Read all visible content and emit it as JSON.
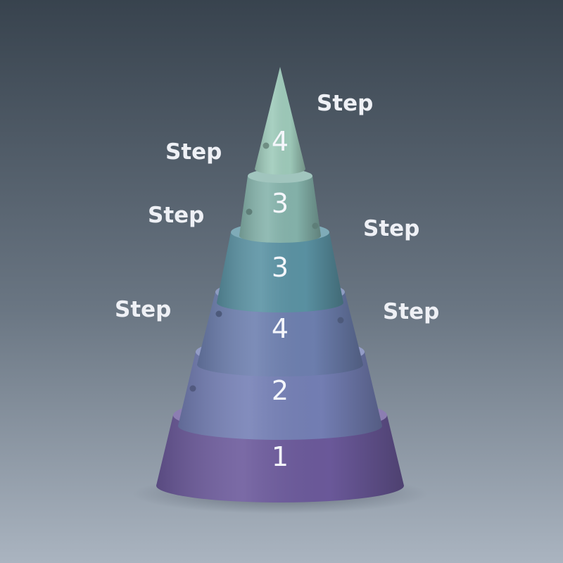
{
  "diagram": {
    "tiers": [
      {
        "number": "1",
        "color": "#6c5a9c"
      },
      {
        "number": "2",
        "color": "#7580b6"
      },
      {
        "number": "4",
        "color": "#6e80b0"
      },
      {
        "number": "3",
        "color": "#5b93a4"
      },
      {
        "number": "3",
        "color": "#86b4ac"
      },
      {
        "number": "4",
        "color": "#9fcbbb"
      }
    ],
    "labels": [
      {
        "text": "Step"
      },
      {
        "text": "Step"
      },
      {
        "text": "Step"
      },
      {
        "text": "Step"
      },
      {
        "text": "Step"
      },
      {
        "text": "Step"
      }
    ]
  },
  "colors": {
    "background_top": "#38434e",
    "background_bottom": "#aab4c0",
    "label_text": "#eef0f5",
    "number_text": "#f4f6fb"
  }
}
